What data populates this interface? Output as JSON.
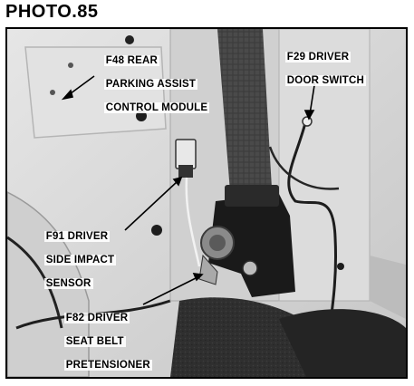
{
  "title": "PHOTO.85",
  "callouts": [
    {
      "id": "f48",
      "lines": [
        "F48 REAR",
        "PARKING ASSIST",
        "CONTROL MODULE"
      ]
    },
    {
      "id": "f29",
      "lines": [
        "F29 DRIVER",
        "DOOR SWITCH"
      ]
    },
    {
      "id": "f91",
      "lines": [
        "F91 DRIVER",
        "SIDE IMPACT",
        "SENSOR"
      ]
    },
    {
      "id": "f82",
      "lines": [
        "F82 DRIVER",
        "SEAT BELT",
        "PRETENSIONER"
      ]
    }
  ],
  "colors": {
    "panel": "#d9d9d9",
    "belt": "#4a4a4a",
    "dark": "#1c1c1c",
    "carpet": "#2b2b2b"
  }
}
